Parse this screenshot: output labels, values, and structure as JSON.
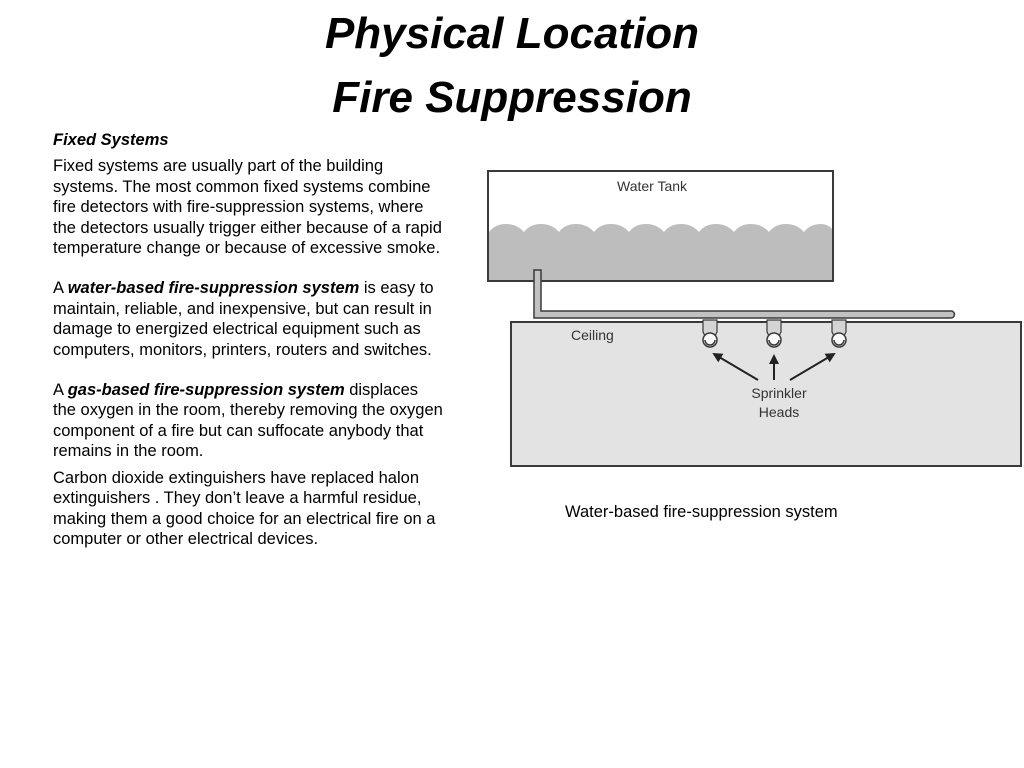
{
  "slide": {
    "title_line1": "Physical Location",
    "title_line2": "Fire Suppression"
  },
  "content": {
    "heading": "Fixed Systems",
    "para1": "Fixed systems are usually part of the building systems. The most common fixed systems combine fire detectors with fire-suppression systems, where the detectors usually trigger either because of a rapid temperature change or because of excessive smoke.",
    "para2": {
      "lead": "A ",
      "term": "water-based fire-suppression system",
      "rest": " is easy to maintain, reliable, and inexpensive, but can result in damage to energized electrical equipment such as computers, monitors, printers, routers and switches."
    },
    "para3": {
      "lead": "A ",
      "term": "gas-based fire-suppression system",
      "rest": " displaces the oxygen in the room, thereby removing the oxygen component of a fire but can suffocate anybody that remains in the room."
    },
    "para4": "Carbon dioxide extinguishers have replaced halon extinguishers . They don’t leave a harmful residue, making them a good choice for an electrical fire on a computer or other electrical devices."
  },
  "diagram": {
    "tank_label": "Water Tank",
    "ceiling_label": "Ceiling",
    "sprinkler_label_line1": "Sprinkler",
    "sprinkler_label_line2": "Heads",
    "caption": "Water-based fire-suppression system"
  }
}
